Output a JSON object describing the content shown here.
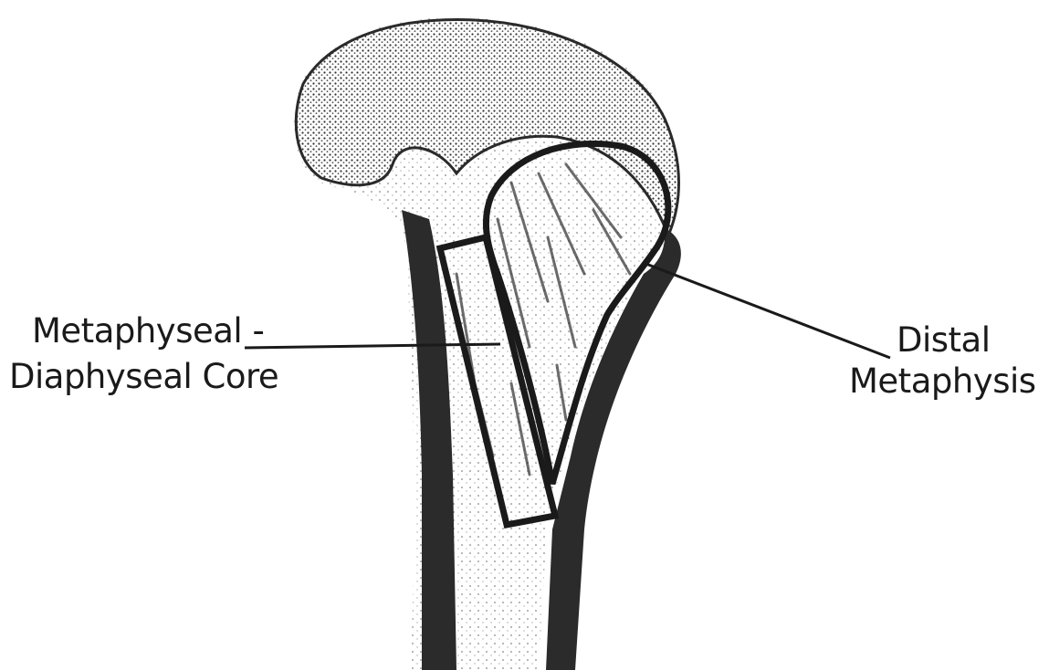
{
  "labels": {
    "core_line1": "Metaphyseal -",
    "core_line2": "Diaphyseal Core",
    "distal_line1": "Distal",
    "distal_line2": "Metaphysis"
  },
  "colors": {
    "ink": "#1a1a1a",
    "bone_stipple": "#5a5a5a",
    "background": "#ffffff"
  }
}
